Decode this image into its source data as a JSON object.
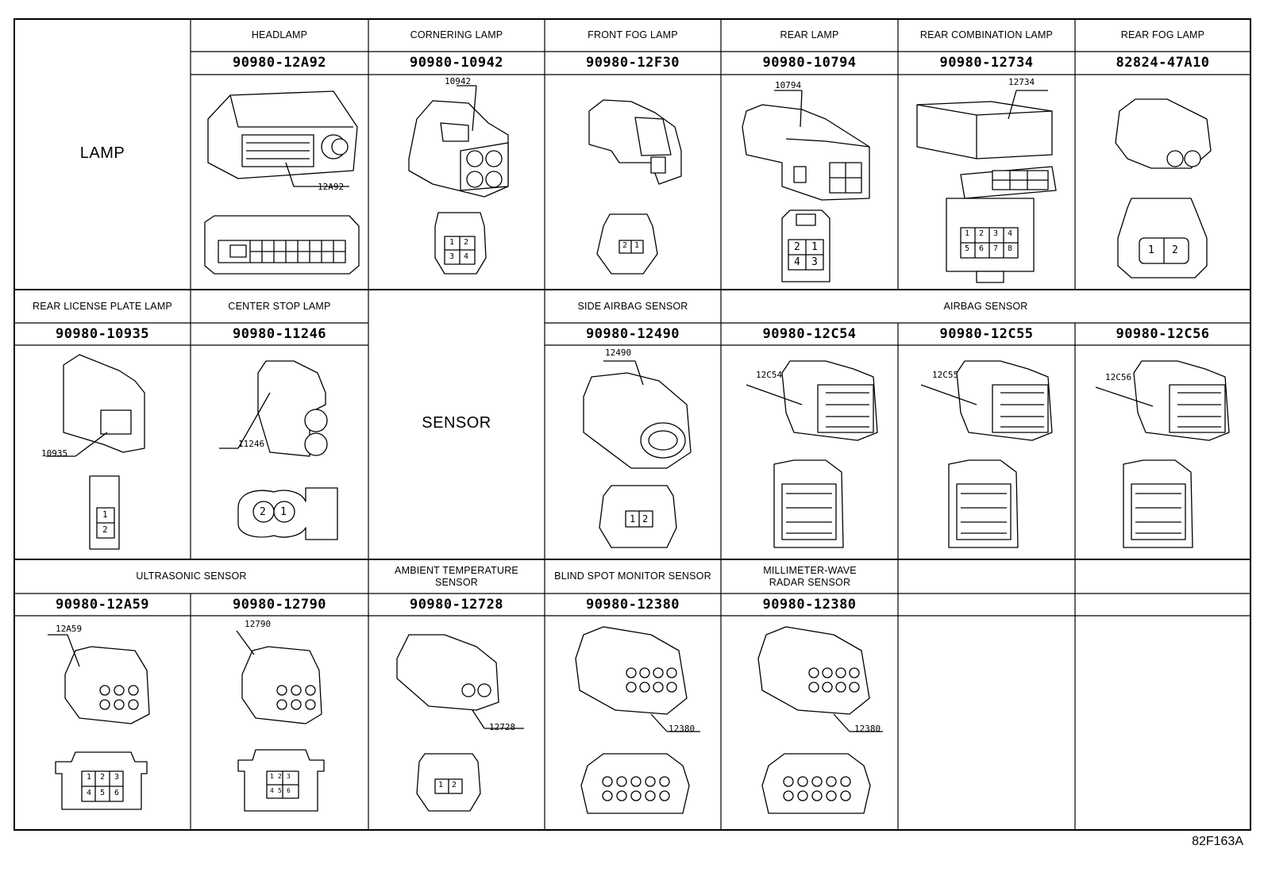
{
  "figure_code": "82F163A",
  "sections": {
    "lamp": "LAMP",
    "sensor": "SENSOR"
  },
  "rows": [
    {
      "cells": [
        {
          "name": "HEADLAMP",
          "part": "90980-12A92",
          "ref": "12A92",
          "pins": []
        },
        {
          "name": "CORNERING LAMP",
          "part": "90980-10942",
          "ref": "10942",
          "pins": [
            "1",
            "2",
            "3",
            "4"
          ]
        },
        {
          "name": "FRONT FOG LAMP",
          "part": "90980-12F30",
          "ref": "",
          "pins": [
            "2",
            "1"
          ]
        },
        {
          "name": "REAR LAMP",
          "part": "90980-10794",
          "ref": "10794",
          "pins": [
            "2",
            "1",
            "4",
            "3"
          ]
        },
        {
          "name": "REAR COMBINATION LAMP",
          "part": "90980-12734",
          "ref": "12734",
          "pins": [
            "1",
            "2",
            "3",
            "4",
            "5",
            "6",
            "7",
            "8"
          ]
        },
        {
          "name": "REAR FOG LAMP",
          "part": "82824-47A10",
          "ref": "",
          "pins": [
            "1",
            "2"
          ]
        }
      ]
    },
    {
      "cells": [
        {
          "name": "REAR LICENSE PLATE LAMP",
          "part": "90980-10935",
          "ref": "10935",
          "pins": [
            "1",
            "2"
          ]
        },
        {
          "name": "CENTER STOP LAMP",
          "part": "90980-11246",
          "ref": "11246",
          "pins": [
            "2",
            "1"
          ]
        },
        {
          "name": "SIDE AIRBAG SENSOR",
          "part": "90980-12490",
          "ref": "12490",
          "pins": [
            "1",
            "2"
          ]
        },
        {
          "name": "AIRBAG SENSOR",
          "part": "90980-12C54",
          "ref": "12C54",
          "pins": []
        },
        {
          "name": "",
          "part": "90980-12C55",
          "ref": "12C55",
          "pins": []
        },
        {
          "name": "",
          "part": "90980-12C56",
          "ref": "12C56",
          "pins": []
        }
      ]
    },
    {
      "cells": [
        {
          "name": "ULTRASONIC SENSOR",
          "part": "90980-12A59",
          "ref": "12A59",
          "pins": [
            "1",
            "2",
            "3",
            "4",
            "5",
            "6"
          ]
        },
        {
          "name": "",
          "part": "90980-12790",
          "ref": "12790",
          "pins": [
            "1",
            "2",
            "3",
            "4",
            "5",
            "6"
          ]
        },
        {
          "name": "AMBIENT TEMPERATURE SENSOR",
          "part": "90980-12728",
          "ref": "12728",
          "pins": [
            "1",
            "2"
          ]
        },
        {
          "name": "BLIND SPOT MONITOR SENSOR",
          "part": "90980-12380",
          "ref": "12380",
          "pins": []
        },
        {
          "name": "MILLIMETER-WAVE RADAR SENSOR",
          "part": "90980-12380",
          "ref": "12380",
          "pins": []
        }
      ]
    }
  ]
}
